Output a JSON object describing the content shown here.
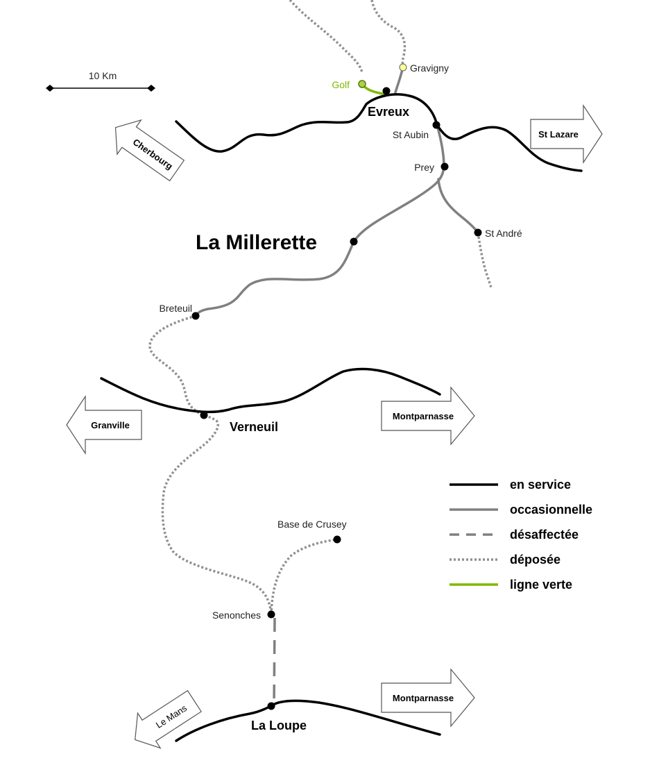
{
  "map": {
    "title": "La Millerette",
    "scale": {
      "label": "10 Km"
    },
    "stations": {
      "gravigny": "Gravigny",
      "golf": "Golf",
      "evreux": "Evreux",
      "st_aubin": "St Aubin",
      "prey": "Prey",
      "st_andre": "St André",
      "breteuil": "Breteuil",
      "verneuil": "Verneuil",
      "base_crusey": "Base de Crusey",
      "senonches": "Senonches",
      "la_loupe": "La Loupe"
    },
    "directions": {
      "cherbourg": "Cherbourg",
      "st_lazare": "St Lazare",
      "granville": "Granville",
      "montparnasse_1": "Montparnasse",
      "montparnasse_2": "Montparnasse",
      "le_mans": "Le Mans"
    },
    "legend": [
      {
        "label": "en service",
        "style": "solid",
        "color": "#000000"
      },
      {
        "label": "occasionnelle",
        "style": "solid",
        "color": "#808080"
      },
      {
        "label": "désaffectée",
        "style": "dashed",
        "color": "#808080"
      },
      {
        "label": "déposée",
        "style": "dotted",
        "color": "#909090"
      },
      {
        "label": "ligne verte",
        "style": "solid",
        "color": "#7fb800"
      }
    ],
    "colors": {
      "service": "#000000",
      "occasional": "#808080",
      "green": "#7fb800",
      "gravigny_marker": "#ffff99"
    }
  }
}
